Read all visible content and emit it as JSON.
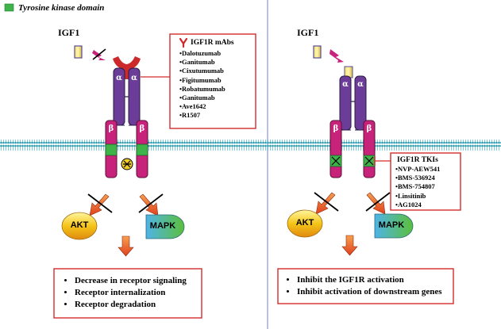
{
  "legend": {
    "label": "Tyrosine kinase domain",
    "swatch_color": "#3db34a"
  },
  "left_panel": {
    "ligand_label": "IGF1",
    "alpha_label": "α",
    "beta_label": "β",
    "mabs_box": {
      "title": "IGF1R mAbs",
      "items": [
        "•Dalotuzumab",
        "•Ganitumab",
        "•Cixutumumab",
        "•Figitumumab",
        "•Robatumumab",
        "•Ganitumab",
        "•Ave1642",
        "•R1507"
      ]
    },
    "akt_label": "AKT",
    "mapk_label": "MAPK",
    "outcomes": [
      "Decrease in receptor signaling",
      "Receptor internalization",
      "Receptor degradation"
    ]
  },
  "right_panel": {
    "ligand_label": "IGF1",
    "alpha_label": "α",
    "beta_label": "β",
    "tki_box": {
      "title": "IGF1R TKIs",
      "items": [
        "•NVP-AEW541",
        "•BMS-536924",
        "•BMS-754807",
        "•Linsitinib",
        "•AG1024"
      ]
    },
    "akt_label": "AKT",
    "mapk_label": "MAPK",
    "outcomes": [
      "Inhibit the IGF1R activation",
      "Inhibit activation of downstream genes"
    ]
  },
  "colors": {
    "alpha_subunit": "#6b3d99",
    "beta_subunit": "#c8237b",
    "kinase": "#3db34a",
    "antibody": "#cc2a2a",
    "box_border": "#d42a2a",
    "membrane": "#3aa5b5",
    "divider": "#7a7fc0",
    "akt_fill": "#f5c518",
    "mapk_left": "#4fb3e8",
    "mapk_right": "#5cbf3a",
    "arrow_fill": "#e8542a"
  }
}
